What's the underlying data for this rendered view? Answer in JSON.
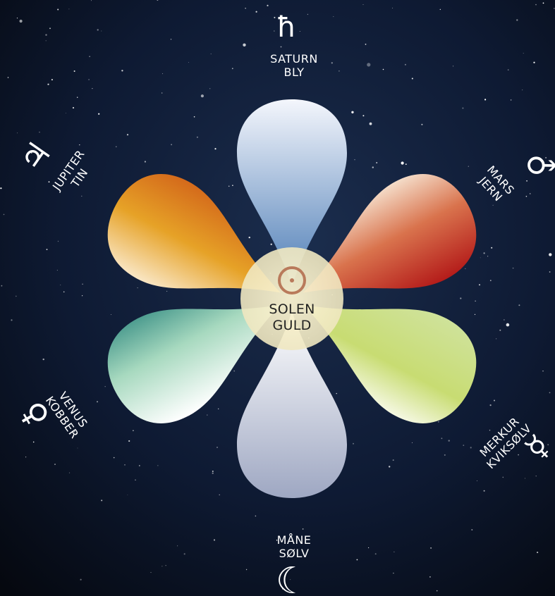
{
  "center": {
    "line1": "SOLEN",
    "line2": "GULD",
    "icon": "sun-symbol-icon",
    "ring_color": "#b97a5b"
  },
  "planets": [
    {
      "key": "saturn",
      "line1": "SATURN",
      "line2": "BLY",
      "icon": "saturn-symbol-icon",
      "glyph": "ħ",
      "colors": [
        "#f2f5fb",
        "#4f7fb8"
      ]
    },
    {
      "key": "mars",
      "line1": "MARS",
      "line2": "JERN",
      "icon": "mars-symbol-icon",
      "glyph": "♂",
      "colors": [
        "#f3d9c6",
        "#b61e1b"
      ]
    },
    {
      "key": "merkur",
      "line1": "MERKUR",
      "line2": "KVIKSØLV",
      "icon": "mercury-symbol-icon",
      "glyph": "☿",
      "colors": [
        "#f5f8e3",
        "#c1d86a"
      ]
    },
    {
      "key": "mane",
      "line1": "MÅNE",
      "line2": "SØLV",
      "icon": "moon-symbol-icon",
      "glyph": "☾",
      "colors": [
        "#ffffff",
        "#9aa3bf"
      ]
    },
    {
      "key": "venus",
      "line1": "VENUS",
      "line2": "KOBBER",
      "icon": "venus-symbol-icon",
      "glyph": "♀",
      "colors": [
        "#ffffff",
        "#6fb8a2"
      ]
    },
    {
      "key": "jupiter",
      "line1": "JUPITER",
      "line2": "TIN",
      "icon": "jupiter-symbol-icon",
      "glyph": "♃",
      "colors": [
        "#f8e3bf",
        "#d97a1d"
      ]
    }
  ]
}
